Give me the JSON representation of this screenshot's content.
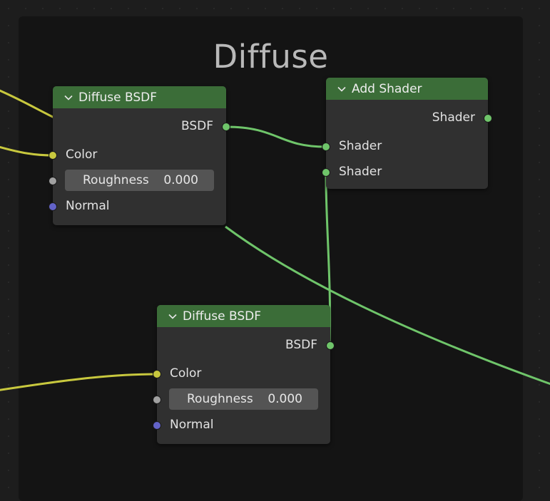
{
  "frame": {
    "title": "Diffuse"
  },
  "nodes": {
    "diffuse_bsdf_1": {
      "title": "Diffuse BSDF",
      "output": "BSDF",
      "color_label": "Color",
      "roughness_label": "Roughness",
      "roughness_value": "0.000",
      "normal_label": "Normal"
    },
    "diffuse_bsdf_2": {
      "title": "Diffuse BSDF",
      "output": "BSDF",
      "color_label": "Color",
      "roughness_label": "Roughness",
      "roughness_value": "0.000",
      "normal_label": "Normal"
    },
    "add_shader": {
      "title": "Add Shader",
      "output": "Shader",
      "input_1": "Shader",
      "input_2": "Shader"
    }
  },
  "colors": {
    "header": "#3b6d38",
    "shader_wire": "#6fc56a",
    "color_wire": "#c8c83e",
    "float_socket": "#a1a1a1",
    "vector_socket": "#6363c8"
  },
  "icons": [
    "chevron-down-icon"
  ]
}
